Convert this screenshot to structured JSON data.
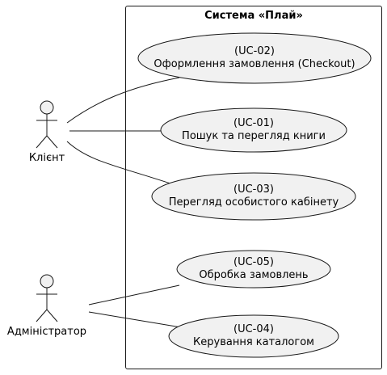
{
  "system": {
    "title": "Система «Плай»"
  },
  "actors": {
    "client": {
      "label": "Клієнт"
    },
    "admin": {
      "label": "Адміністратор"
    }
  },
  "use_cases": {
    "uc02": {
      "id": "(UC-02)",
      "name": "Оформлення замовлення (Checkout)"
    },
    "uc01": {
      "id": "(UC-01)",
      "name": "Пошук та перегляд книги"
    },
    "uc03": {
      "id": "(UC-03)",
      "name": "Перегляд особистого кабінету"
    },
    "uc05": {
      "id": "(UC-05)",
      "name": "Обробка замовлень"
    },
    "uc04": {
      "id": "(UC-04)",
      "name": "Керування каталогом"
    }
  },
  "colors": {
    "element_fill": "#f1f1f1",
    "stroke": "#181818",
    "background": "#ffffff"
  }
}
